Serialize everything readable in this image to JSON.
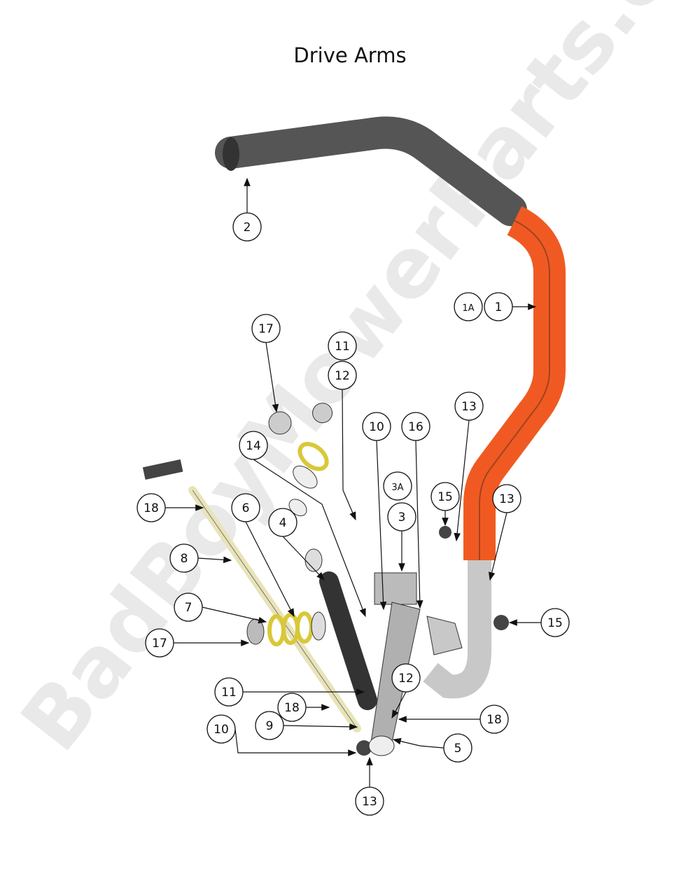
{
  "title": "Drive Arms",
  "watermark": "BadBoyMowerParts.com",
  "colors": {
    "arm": "#f05a22",
    "grip": "#555555",
    "rod": "#e8e4b8",
    "spring": "#d8c838",
    "metal": "#c8c8c8"
  },
  "callouts": [
    {
      "label": "2"
    },
    {
      "label": "1A"
    },
    {
      "label": "1"
    },
    {
      "label": "17"
    },
    {
      "label": "11"
    },
    {
      "label": "12"
    },
    {
      "label": "10"
    },
    {
      "label": "16"
    },
    {
      "label": "13"
    },
    {
      "label": "14"
    },
    {
      "label": "3A"
    },
    {
      "label": "3"
    },
    {
      "label": "15"
    },
    {
      "label": "13"
    },
    {
      "label": "18"
    },
    {
      "label": "6"
    },
    {
      "label": "4"
    },
    {
      "label": "8"
    },
    {
      "label": "7"
    },
    {
      "label": "17"
    },
    {
      "label": "15"
    },
    {
      "label": "12"
    },
    {
      "label": "11"
    },
    {
      "label": "18"
    },
    {
      "label": "9"
    },
    {
      "label": "18"
    },
    {
      "label": "10"
    },
    {
      "label": "5"
    },
    {
      "label": "13"
    }
  ]
}
